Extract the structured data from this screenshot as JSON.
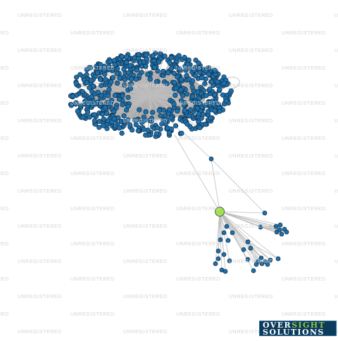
{
  "watermark": {
    "text": "UNREGISTERED"
  },
  "logo": {
    "word_over": "OVER",
    "word_sight": "SIGHT",
    "word_solutions": "SOLUTIONS",
    "background_color": "#0d3b5c",
    "accent_color": "#8dc63f"
  },
  "graph": {
    "node_color": "#1f6fa8",
    "focus_node_color": "#a3e04a",
    "edge_color": "#bdbdbd",
    "cluster_node_count": 650
  }
}
